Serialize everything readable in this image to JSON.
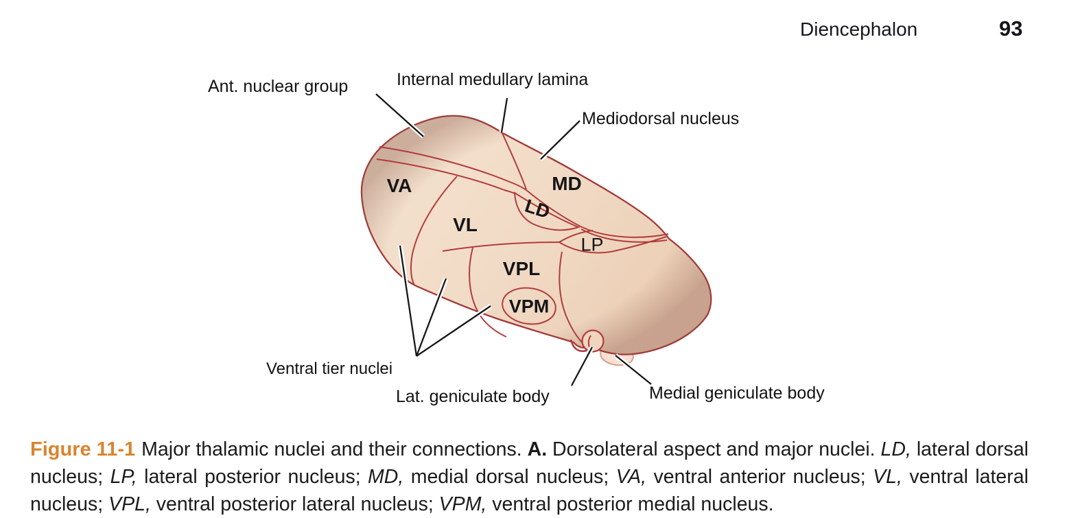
{
  "page": {
    "header": {
      "chapter_title": "Diencephalon",
      "page_number": "93"
    }
  },
  "figure": {
    "annotations": {
      "ant_nuclear_group": "Ant. nuclear group",
      "internal_medullary_lamina": "Internal medullary lamina",
      "mediodorsal_nucleus": "Mediodorsal nucleus",
      "ventral_tier_nuclei": "Ventral tier nuclei",
      "lat_geniculate_body": "Lat. geniculate body",
      "medial_geniculate_body": "Medial geniculate body"
    },
    "nuclei": {
      "va": "VA",
      "vl": "VL",
      "md": "MD",
      "ld": "LD",
      "lp": "LP",
      "vpl": "VPL",
      "vpm": "VPM"
    },
    "colors": {
      "outline_red": "#b23c3c",
      "body_fill_light": "#f4e3d0",
      "body_fill_dark": "#eccfb6",
      "geniculate_pink": "#f7e1d3",
      "figure_label_orange": "#d9842e"
    }
  },
  "caption": {
    "segments": [
      {
        "text": "Figure 11-1",
        "style": "fig"
      },
      {
        "text": "Major thalamic nuclei and their connections. ",
        "style": "normal"
      },
      {
        "text": "A. ",
        "style": "bold"
      },
      {
        "text": "Dorsolateral aspect and major nuclei. ",
        "style": "normal"
      },
      {
        "text": "LD, ",
        "style": "italic"
      },
      {
        "text": "lateral dorsal nucleus; ",
        "style": "normal"
      },
      {
        "text": "LP, ",
        "style": "italic"
      },
      {
        "text": "lateral posterior nucleus; ",
        "style": "normal"
      },
      {
        "text": "MD, ",
        "style": "italic"
      },
      {
        "text": "medial dorsal nucleus; ",
        "style": "normal"
      },
      {
        "text": "VA, ",
        "style": "italic"
      },
      {
        "text": "ventral anterior nucleus; ",
        "style": "normal"
      },
      {
        "text": "VL, ",
        "style": "italic"
      },
      {
        "text": "ventral lateral nucleus; ",
        "style": "normal"
      },
      {
        "text": "VPL, ",
        "style": "italic"
      },
      {
        "text": "ventral posterior lateral nucleus; ",
        "style": "normal"
      },
      {
        "text": "VPM, ",
        "style": "italic"
      },
      {
        "text": "ventral posterior medial nucleus.",
        "style": "normal"
      }
    ]
  }
}
